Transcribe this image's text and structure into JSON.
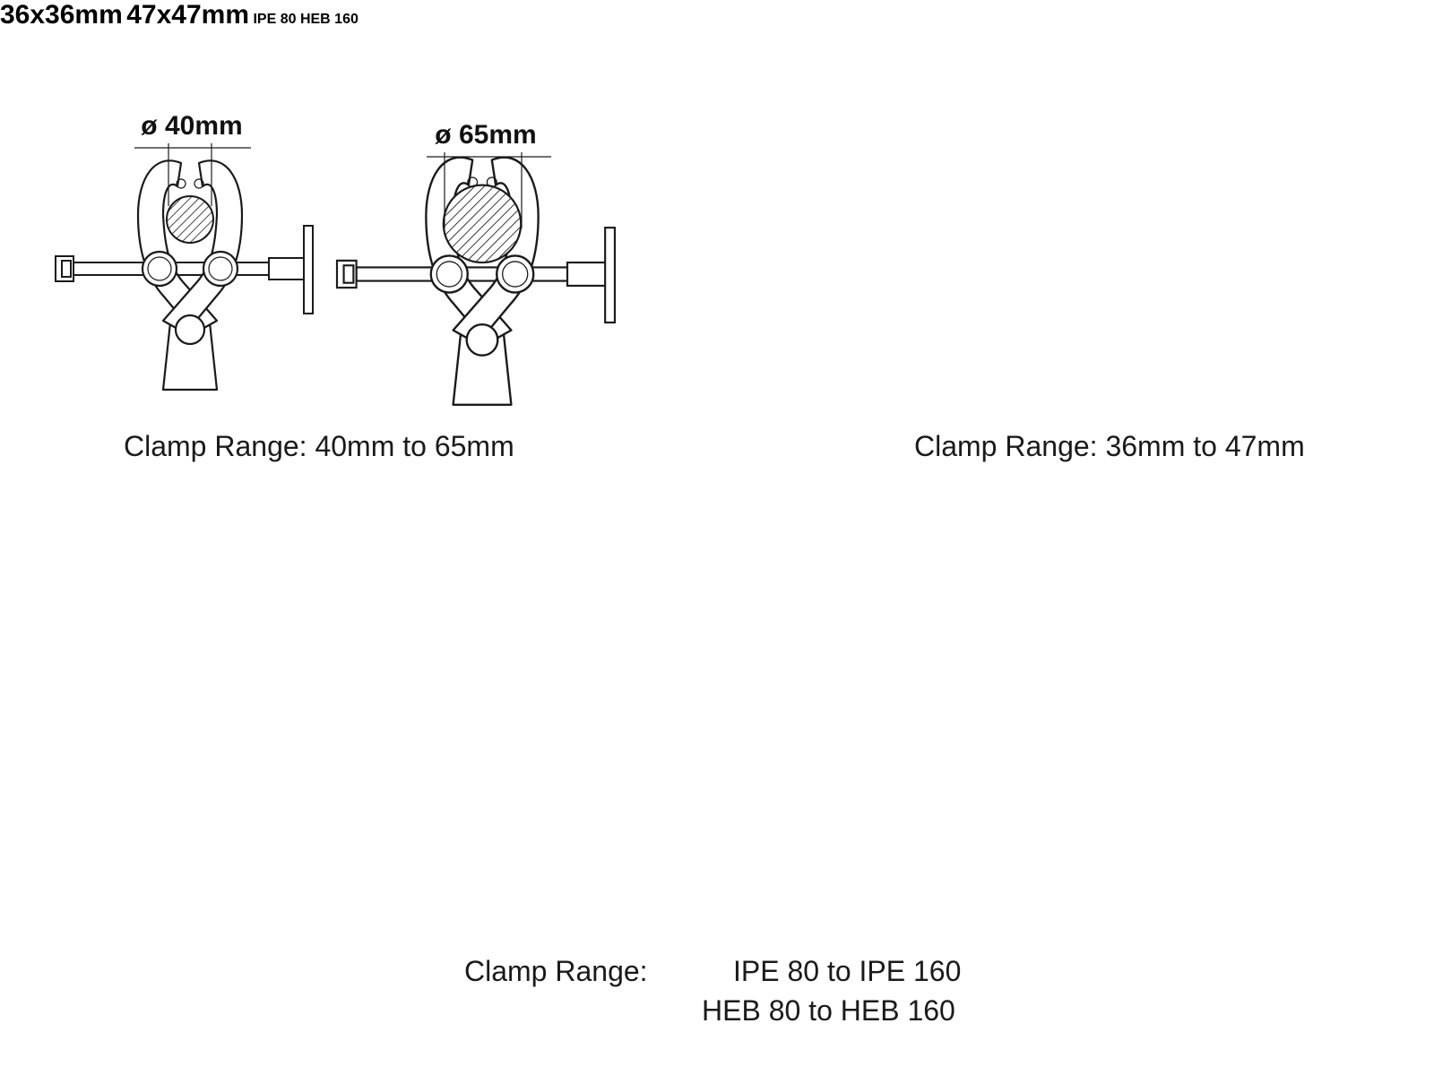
{
  "diagrams": {
    "round": {
      "dim_small": "ø 40mm",
      "dim_large": "ø 65mm",
      "caption": "Clamp Range: 40mm to 65mm"
    },
    "square": {
      "dim_small": "36x36mm",
      "dim_large": "47x47mm",
      "caption": "Clamp Range: 36mm to 47mm"
    },
    "beam": {
      "label_small": "IPE 80",
      "label_large": "HEB 160",
      "caption_label": "Clamp Range:",
      "caption_line1": "IPE 80 to IPE 160",
      "caption_line2": "HEB 80 to HEB 160"
    }
  },
  "colors": {
    "line": "#1a1a1a",
    "background": "#ffffff"
  }
}
